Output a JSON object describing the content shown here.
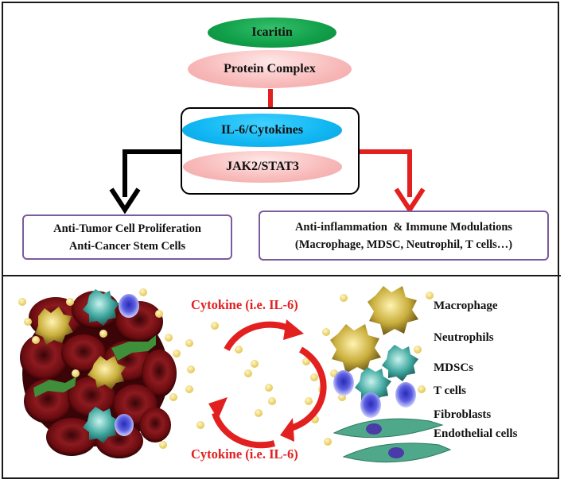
{
  "signaling": {
    "drug": "Icaritin",
    "target": "Protein Complex",
    "cytokines": "IL-6/Cytokines",
    "pathway": "JAK2/STAT3"
  },
  "outcomes": {
    "left": [
      "Anti-Tumor Cell Proliferation",
      "Anti-Cancer Stem Cells"
    ],
    "right": [
      "Anti-inflammation  & Immune Modulations",
      "(Macrophage, MDSC, Neutrophil, T cells…)"
    ]
  },
  "cycle": {
    "top_label": "Cytokine (i.e. IL-6)",
    "bottom_label": "Cytokine (i.e. IL-6)"
  },
  "cell_types": [
    "Macrophage",
    "Neutrophils",
    "MDSCs",
    "T cells",
    "Fibroblasts",
    "Endothelial cells"
  ],
  "colors": {
    "icaritin": "#12a04a",
    "protein": "#f8b9b9",
    "il6": "#10b6f2",
    "outcome_border": "#7b5a9e",
    "arrow_red": "#e32020",
    "arrow_black": "#000000",
    "tumor_red": "#7a0f14",
    "dot_yellow": "#f2dc7a"
  }
}
